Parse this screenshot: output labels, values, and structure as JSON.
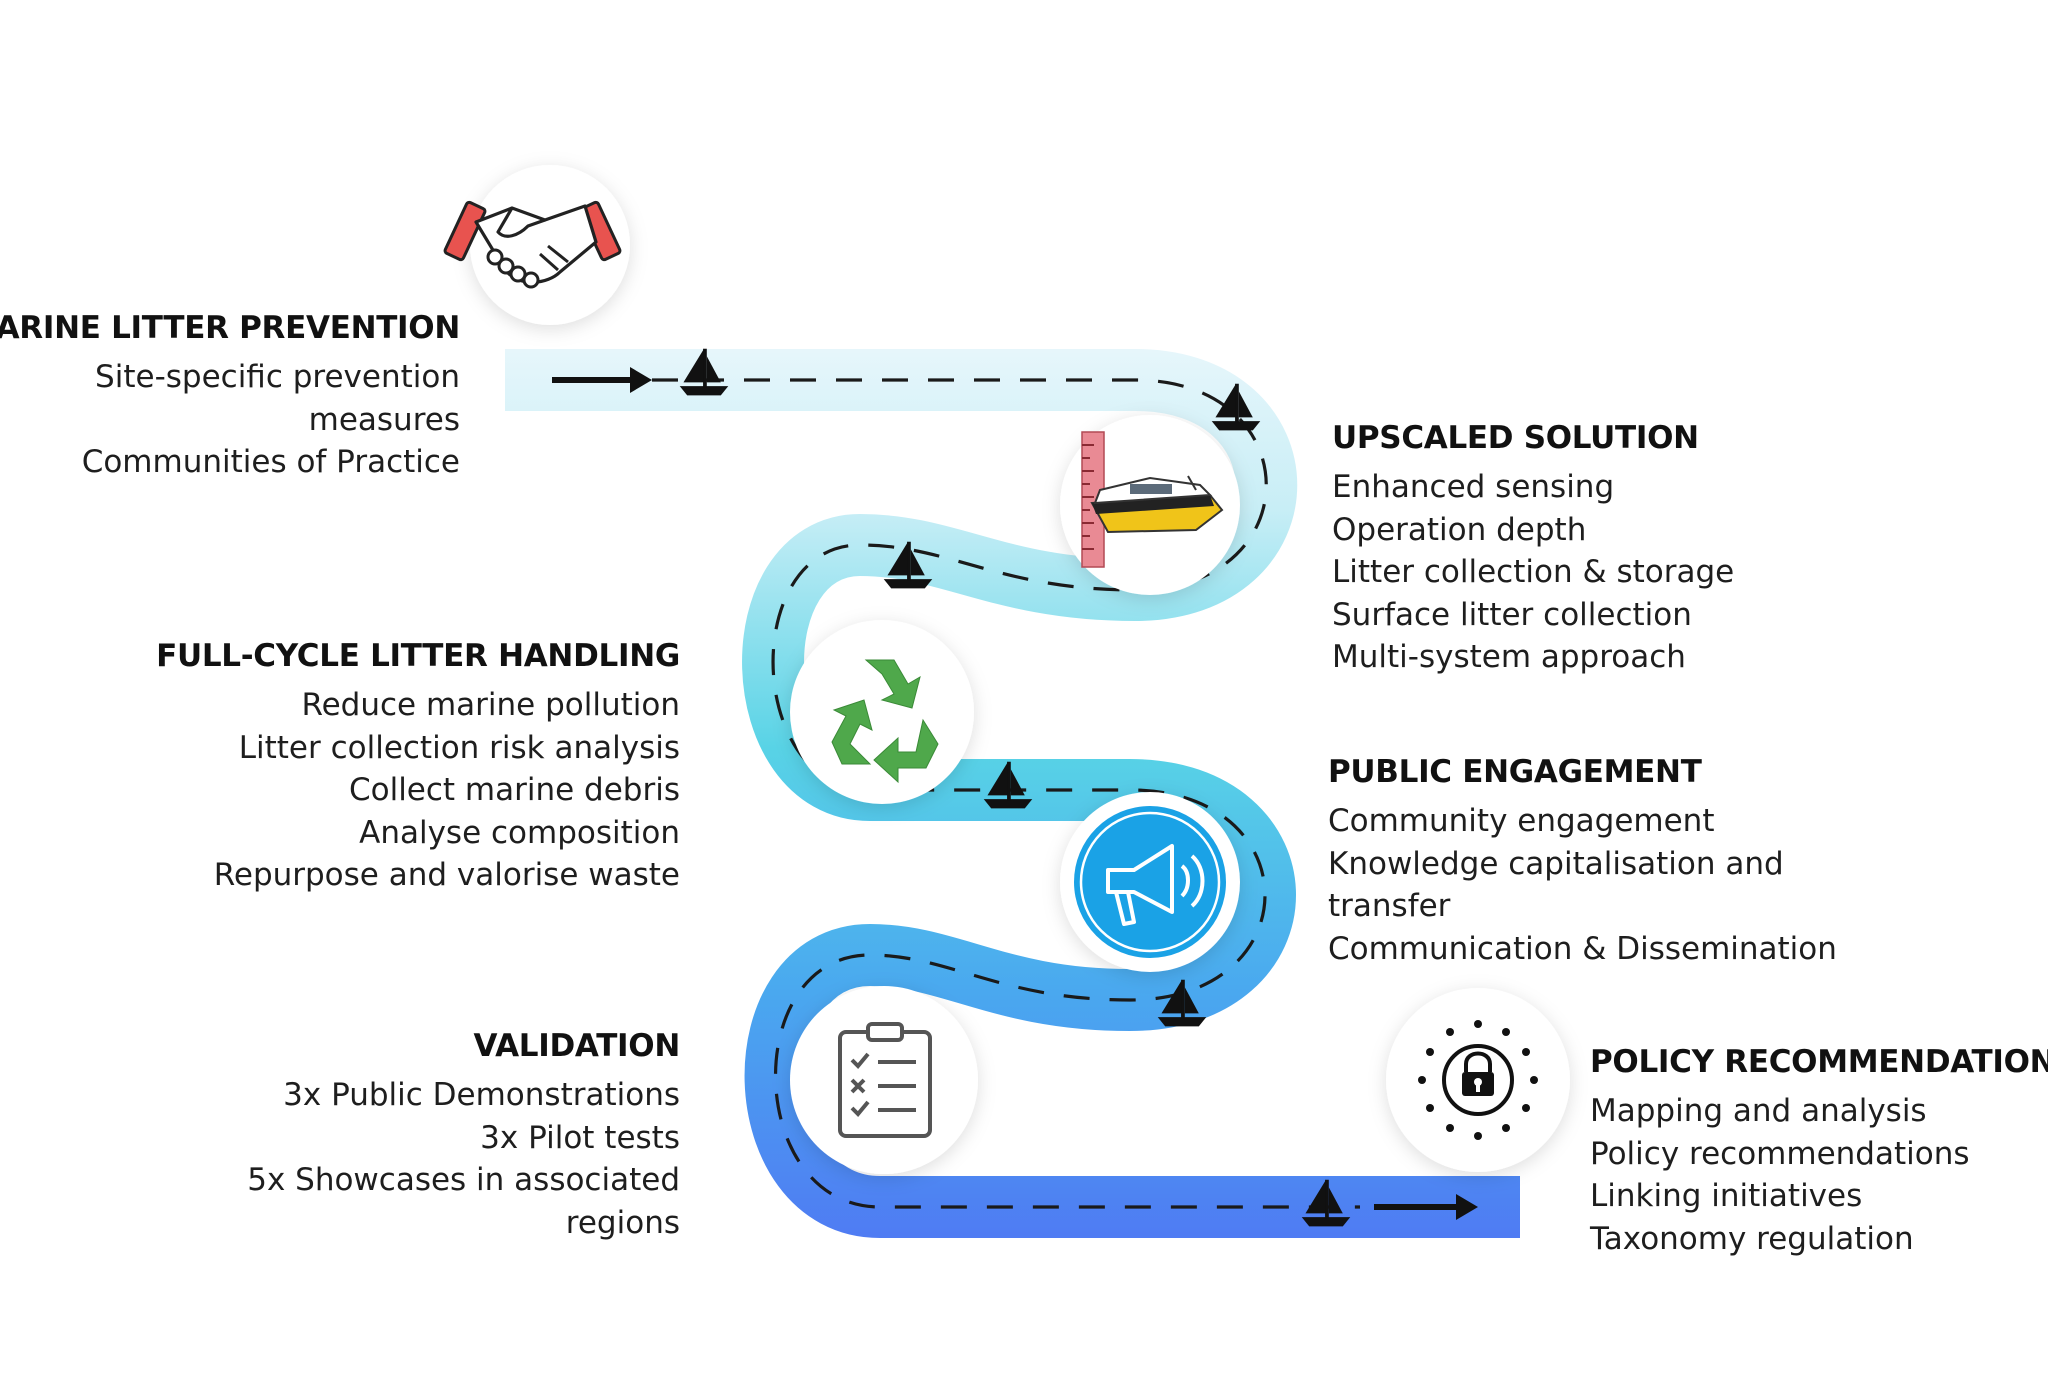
{
  "stages": [
    {
      "id": "marine-litter-prevention",
      "title": "MARINE LITTER PREVENTION",
      "items": [
        "Site-specific prevention",
        "measures",
        "Communities of Practice"
      ],
      "icon": "handshake-icon"
    },
    {
      "id": "upscaled-solution",
      "title": "UPSCALED SOLUTION",
      "items": [
        "Enhanced sensing",
        "Operation depth",
        "Litter collection & storage",
        "Surface litter collection",
        "Multi-system approach"
      ],
      "icon": "boat-icon"
    },
    {
      "id": "full-cycle-litter-handling",
      "title": "FULL-CYCLE LITTER HANDLING",
      "items": [
        "Reduce marine pollution",
        "Litter collection risk analysis",
        "Collect marine debris",
        "Analyse composition",
        "Repurpose and valorise waste"
      ],
      "icon": "recycle-icon"
    },
    {
      "id": "public-engagement",
      "title": "PUBLIC ENGAGEMENT",
      "items": [
        "Community engagement",
        "Knowledge capitalisation and",
        "transfer",
        "Communication & Dissemination"
      ],
      "icon": "megaphone-icon"
    },
    {
      "id": "validation",
      "title": "VALIDATION",
      "items": [
        "3x Public Demonstrations",
        "3x Pilot tests",
        "5x Showcases in associated",
        "regions"
      ],
      "icon": "checklist-icon"
    },
    {
      "id": "policy-recommendations",
      "title": "POLICY RECOMMENDATIONS",
      "items": [
        "Mapping and analysis",
        "Policy recommendations",
        "Linking initiatives",
        "Taxonomy regulation"
      ],
      "icon": "eu-lock-icon"
    }
  ],
  "colors": {
    "road_start": "#e6f6fb",
    "road_mid": "#58d3e6",
    "road_end": "#4f7cf3",
    "dash": "#1a1a1a",
    "handshake_cuff": "#e8534f",
    "recycle_green": "#4fa84b",
    "megaphone_blue": "#1aa2e6",
    "ruler_pink": "#e98a94",
    "boat_yellow": "#f0c419"
  }
}
